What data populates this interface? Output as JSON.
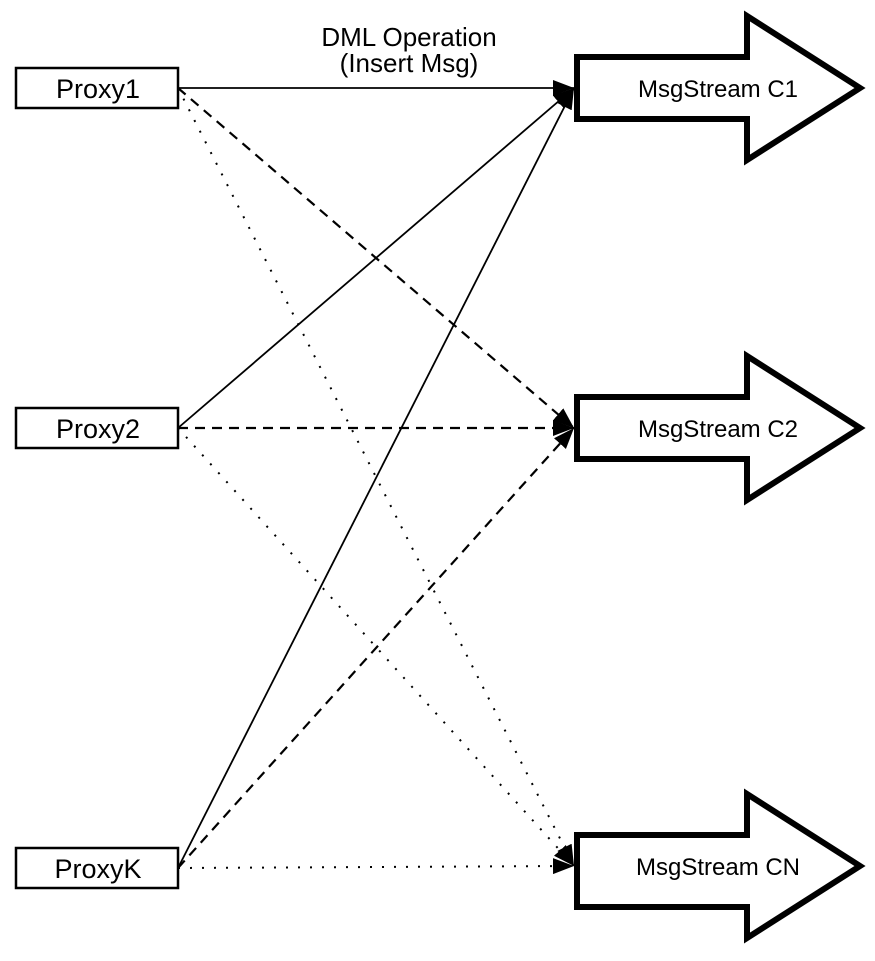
{
  "edge_label": {
    "line1": "DML Operation",
    "line2": "(Insert Msg)"
  },
  "nodes": {
    "proxies": [
      {
        "id": "proxy1",
        "label": "Proxy1"
      },
      {
        "id": "proxy2",
        "label": "Proxy2"
      },
      {
        "id": "proxyk",
        "label": "ProxyK"
      }
    ],
    "streams": [
      {
        "id": "c1",
        "label": "MsgStream C1"
      },
      {
        "id": "c2",
        "label": "MsgStream C2"
      },
      {
        "id": "cn",
        "label": "MsgStream CN"
      }
    ]
  },
  "edges": [
    {
      "from": "proxy1",
      "to": "c1",
      "style": "solid"
    },
    {
      "from": "proxy1",
      "to": "c2",
      "style": "dashed"
    },
    {
      "from": "proxy1",
      "to": "cn",
      "style": "dotted"
    },
    {
      "from": "proxy2",
      "to": "c1",
      "style": "solid"
    },
    {
      "from": "proxy2",
      "to": "c2",
      "style": "dashed"
    },
    {
      "from": "proxy2",
      "to": "cn",
      "style": "dotted"
    },
    {
      "from": "proxyk",
      "to": "c1",
      "style": "solid"
    },
    {
      "from": "proxyk",
      "to": "c2",
      "style": "dashed"
    },
    {
      "from": "proxyk",
      "to": "cn",
      "style": "dotted"
    }
  ],
  "colors": {
    "stroke": "#000000",
    "fill": "#ffffff",
    "background": "#ffffff"
  }
}
